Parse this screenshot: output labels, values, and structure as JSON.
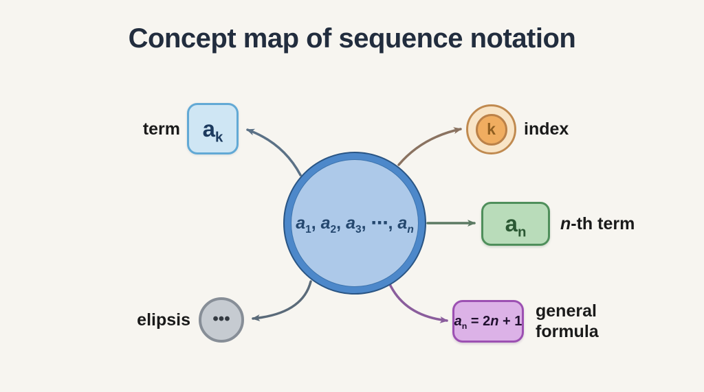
{
  "title": "Concept map of sequence notation",
  "center_node": {
    "math": [
      {
        "t": "a",
        "i": true
      },
      {
        "t": "1",
        "sub": true
      },
      {
        "t": ", "
      },
      {
        "t": "a",
        "i": true
      },
      {
        "t": "2",
        "sub": true
      },
      {
        "t": ", "
      },
      {
        "t": "a",
        "i": true
      },
      {
        "t": "3",
        "sub": true
      },
      {
        "t": ", ⋯, "
      },
      {
        "t": "a",
        "i": true
      },
      {
        "t": "n",
        "sub": true,
        "i": true
      }
    ],
    "fill": "#adc9e9",
    "ring": "#4d88ca"
  },
  "nodes": {
    "term": {
      "label": "term",
      "math": [
        {
          "t": "a"
        },
        {
          "t": "k",
          "sub": true
        }
      ],
      "fill": "#cfe6f4",
      "border": "#62a9d5"
    },
    "index": {
      "label": "index",
      "symbol": "k",
      "fill_outer": "#f8e4c6",
      "fill_inner": "#f0ad60",
      "border": "#c08a50"
    },
    "nth_term": {
      "label_italic": "n",
      "label_rest": "-th term",
      "math": [
        {
          "t": "a"
        },
        {
          "t": "n",
          "sub": true
        }
      ],
      "fill": "#b9dcba",
      "border": "#4f8f5b"
    },
    "ellipsis": {
      "label": "elipsis",
      "symbol": "•••",
      "fill": "#c6cbd1",
      "border": "#878e97"
    },
    "formula": {
      "label_line1": "general",
      "label_line2": "formula",
      "math": [
        {
          "t": "a",
          "i": true
        },
        {
          "t": "n",
          "sub": true
        },
        {
          "t": " = 2"
        },
        {
          "t": "n",
          "i": true
        },
        {
          "t": " + 1"
        }
      ],
      "fill": "#dcb2e7",
      "border": "#9c50b2"
    }
  },
  "arrows": {
    "to_term": {
      "color": "#5b7186"
    },
    "to_index": {
      "color": "#8a7260"
    },
    "to_nth": {
      "color": "#5c7a63"
    },
    "to_ellipsis": {
      "color": "#5a6a79"
    },
    "to_formula": {
      "color": "#8a5d9c"
    }
  },
  "background": "#f7f5f0",
  "title_color": "#222d3e"
}
